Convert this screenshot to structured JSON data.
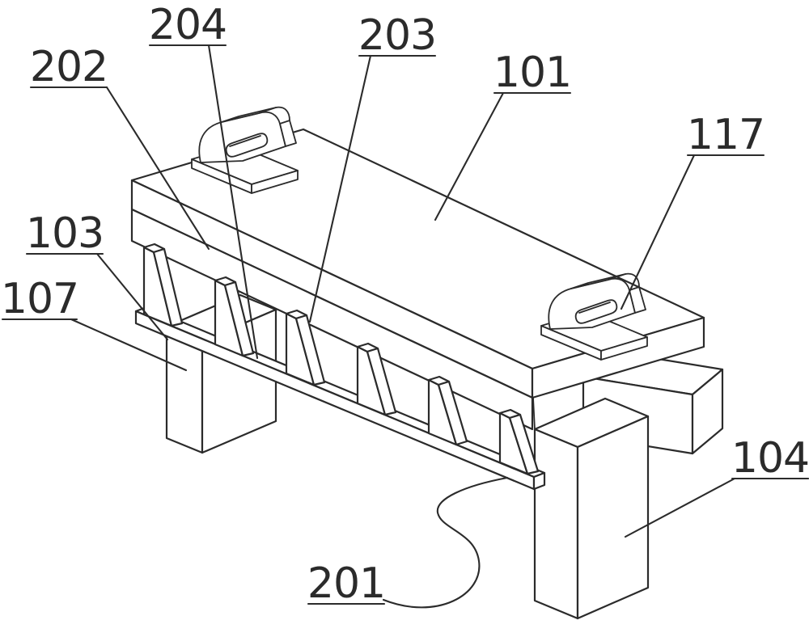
{
  "figure": {
    "type": "patent-isometric-line-drawing",
    "background": "#ffffff",
    "line_color": "#2b2b2b"
  },
  "labels": {
    "n202": {
      "text": "202"
    },
    "n204": {
      "text": "204"
    },
    "n203": {
      "text": "203"
    },
    "n101": {
      "text": "101"
    },
    "n117": {
      "text": "117"
    },
    "n103": {
      "text": "103"
    },
    "n107": {
      "text": "107"
    },
    "n104": {
      "text": "104"
    },
    "n201": {
      "text": "201"
    }
  }
}
